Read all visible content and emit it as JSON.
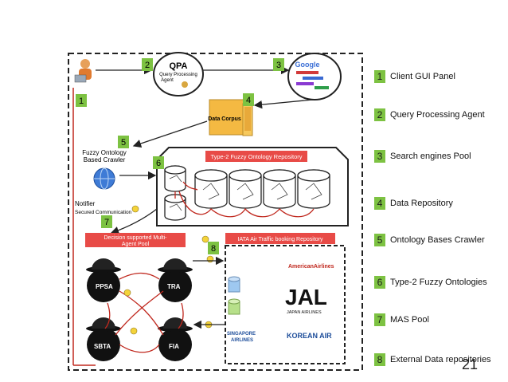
{
  "diagram": {
    "numbers": [
      "1",
      "2",
      "3",
      "4",
      "5",
      "6",
      "7",
      "8"
    ],
    "qpa_title": "QPA",
    "qpa_sub1": "Query Processing",
    "qpa_sub2": "Agent",
    "data_corpus": "Data Corpus",
    "crawler_line1": "Fuzzy Ontology",
    "crawler_line2": "Based Crawler",
    "repo_title": "Type-2 Fuzzy Ontology Repository",
    "notifier": "Notifier",
    "secured_comm": "Secured Communication",
    "mas_pool_line1": "Decision supported Multi-",
    "mas_pool_line2": "Agent Pool",
    "iata_title": "IATA Air Traffic booking  Repository",
    "agents": [
      "PPSA",
      "TRA",
      "SBTA",
      "FIA"
    ],
    "airlines": {
      "american": "AmericanAirlines",
      "jal": "JAL",
      "japan": "JAPAN AIRLINES",
      "singapore1": "SINGAPORE",
      "singapore2": "AIRLINES",
      "korean": "KOREAN AIR"
    },
    "google": "Google"
  },
  "legend": [
    {
      "num": "1",
      "label": "Client GUI Panel"
    },
    {
      "num": "2",
      "label": "Query Processing Agent"
    },
    {
      "num": "3",
      "label": "Search engines Pool"
    },
    {
      "num": "4",
      "label": "Data Repository"
    },
    {
      "num": "5",
      "label": "Ontology Bases Crawler"
    },
    {
      "num": "6",
      "label": "Type-2 Fuzzy Ontologies"
    },
    {
      "num": "7",
      "label": "MAS Pool"
    },
    {
      "num": "8",
      "label": "External Data repositories"
    }
  ],
  "page_number": "21",
  "colors": {
    "badge": "#7dc242",
    "repo": "#e84b47",
    "link": "#c0281e",
    "corpus": "#f4b942"
  }
}
